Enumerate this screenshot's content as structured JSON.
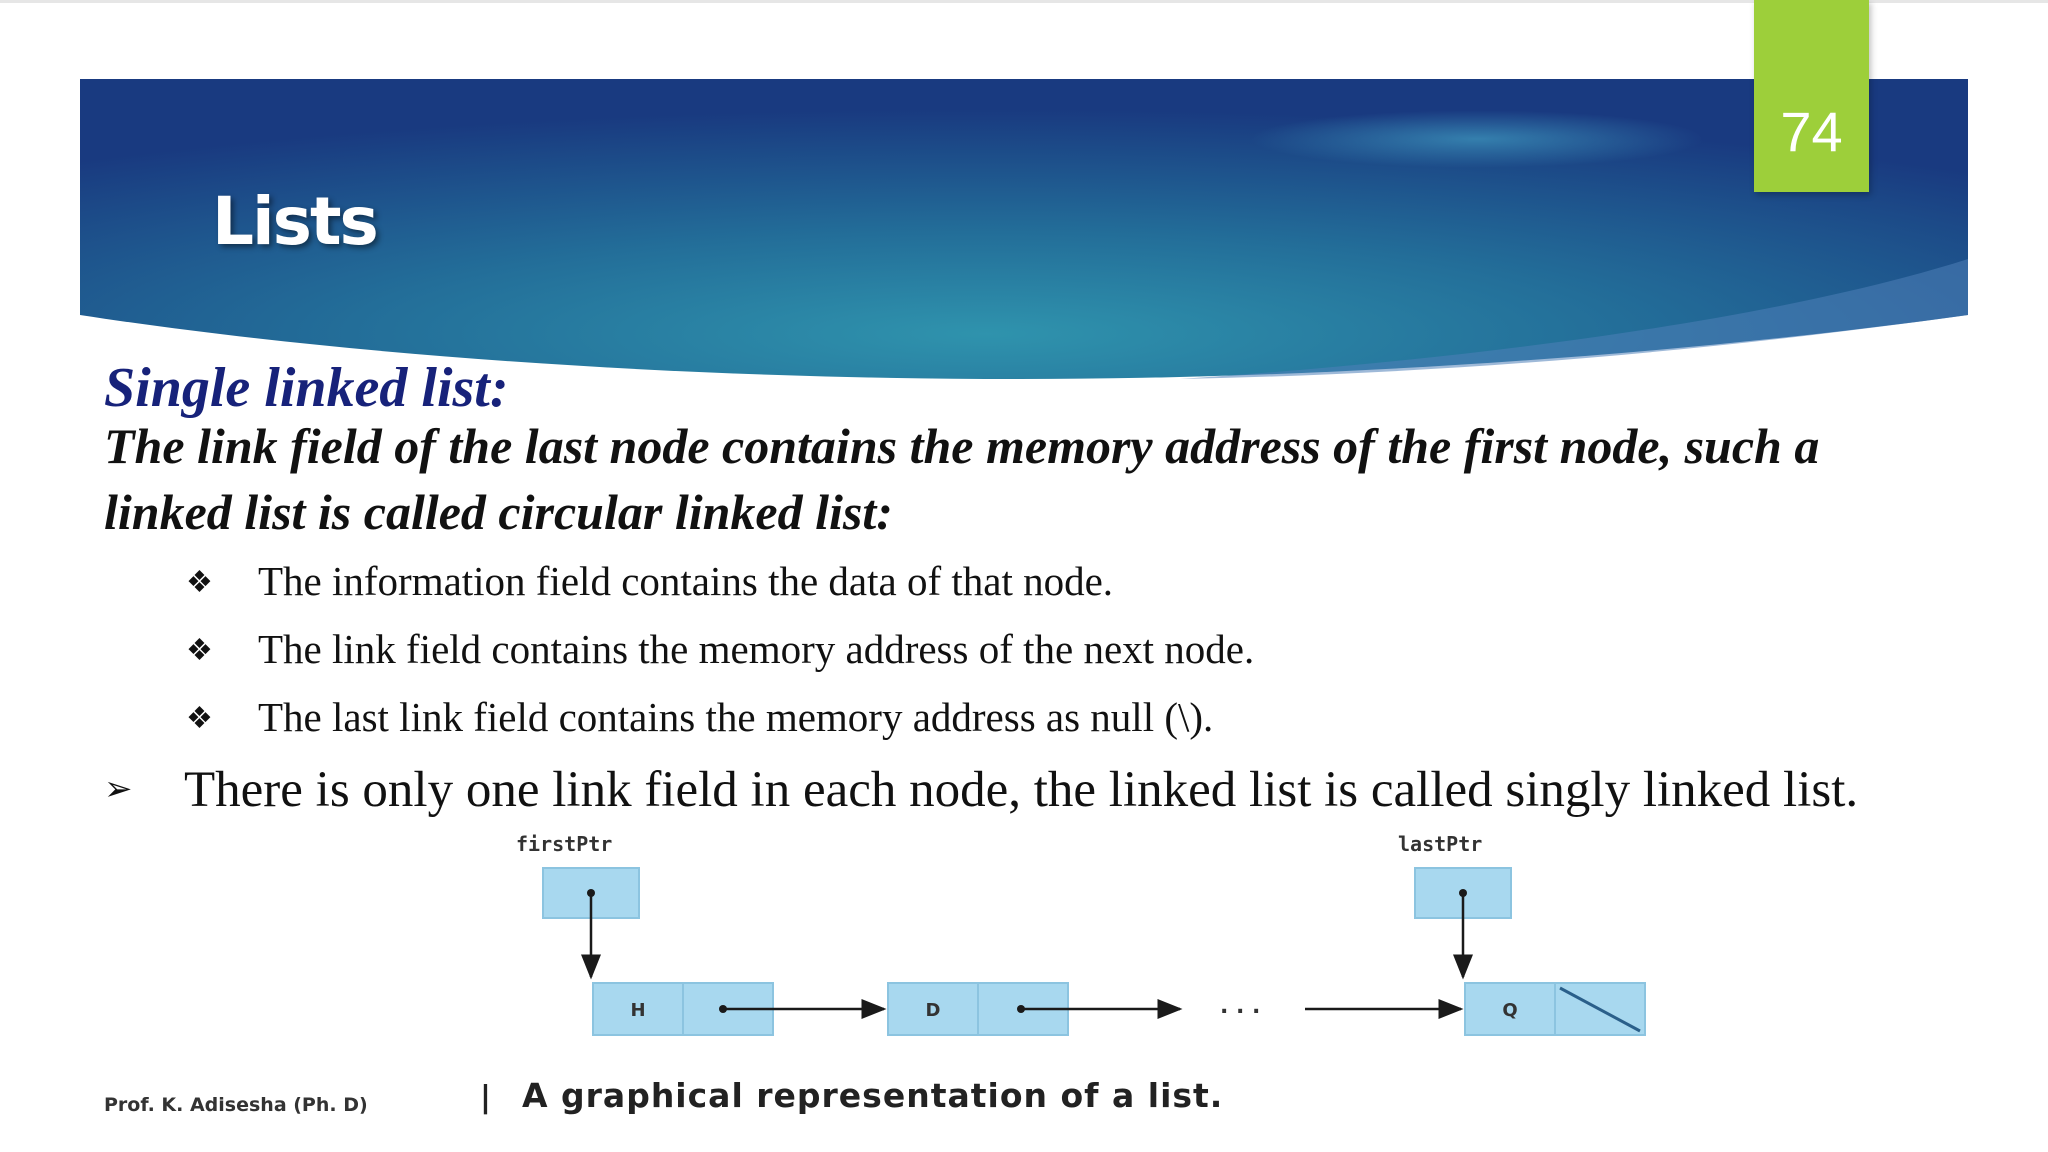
{
  "slide": {
    "number": "74",
    "title": "Lists",
    "subheading": "Single linked list:",
    "lead": "The link field of the last node contains the memory address of the first node, such a linked list is called circular linked list:",
    "bullet_glyph": "❖",
    "bullets": [
      "The information field contains the data of that node.",
      "The link field contains the memory address of the next node.",
      "The last link field contains the memory address as null (\\)."
    ],
    "arrow_glyph": "➢",
    "paragraph": "There is only one link field in each node, the linked list is called singly linked list.",
    "footer": "Prof. K. Adisesha (Ph. D)"
  },
  "diagram": {
    "first_pointer": "firstPtr",
    "last_pointer": "lastPtr",
    "nodes": [
      "H",
      "D",
      "Q"
    ],
    "ellipsis": ". . .",
    "caption_bar": "|",
    "caption": "A graphical representation of a list."
  },
  "colors": {
    "banner_dark": "#1d3f86",
    "banner_mid": "#2a7fa2",
    "badge": "#9dcf3a",
    "subheading": "#17227a",
    "node_fill": "#a8d8ef"
  }
}
